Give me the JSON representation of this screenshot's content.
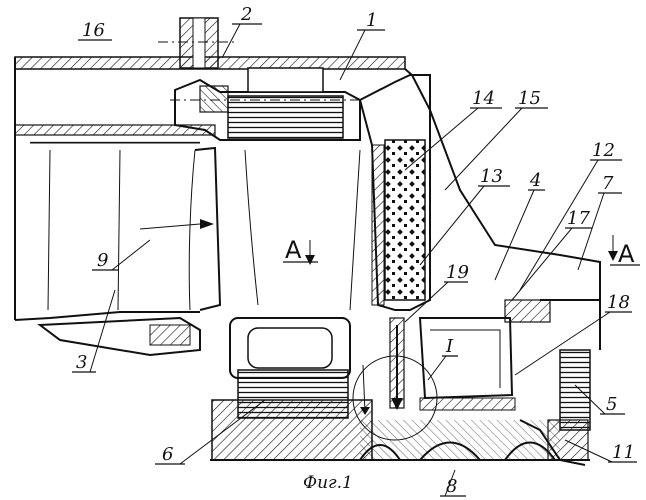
{
  "callouts": [
    {
      "id": "c1",
      "text": "1"
    },
    {
      "id": "c2",
      "text": "2"
    },
    {
      "id": "c3",
      "text": "3"
    },
    {
      "id": "c4",
      "text": "4"
    },
    {
      "id": "c5",
      "text": "5"
    },
    {
      "id": "c6",
      "text": "6"
    },
    {
      "id": "c7",
      "text": "7"
    },
    {
      "id": "c8",
      "text": "8"
    },
    {
      "id": "c9",
      "text": "9"
    },
    {
      "id": "c11",
      "text": "11"
    },
    {
      "id": "c12",
      "text": "12"
    },
    {
      "id": "c13",
      "text": "13"
    },
    {
      "id": "c14",
      "text": "14"
    },
    {
      "id": "c15",
      "text": "15"
    },
    {
      "id": "c16",
      "text": "16"
    },
    {
      "id": "c17",
      "text": "17"
    },
    {
      "id": "c18",
      "text": "18"
    },
    {
      "id": "c19",
      "text": "19"
    },
    {
      "id": "cI",
      "text": "I"
    }
  ],
  "view_marks": {
    "left": "A",
    "right": "A"
  },
  "caption": "Фиг.1"
}
